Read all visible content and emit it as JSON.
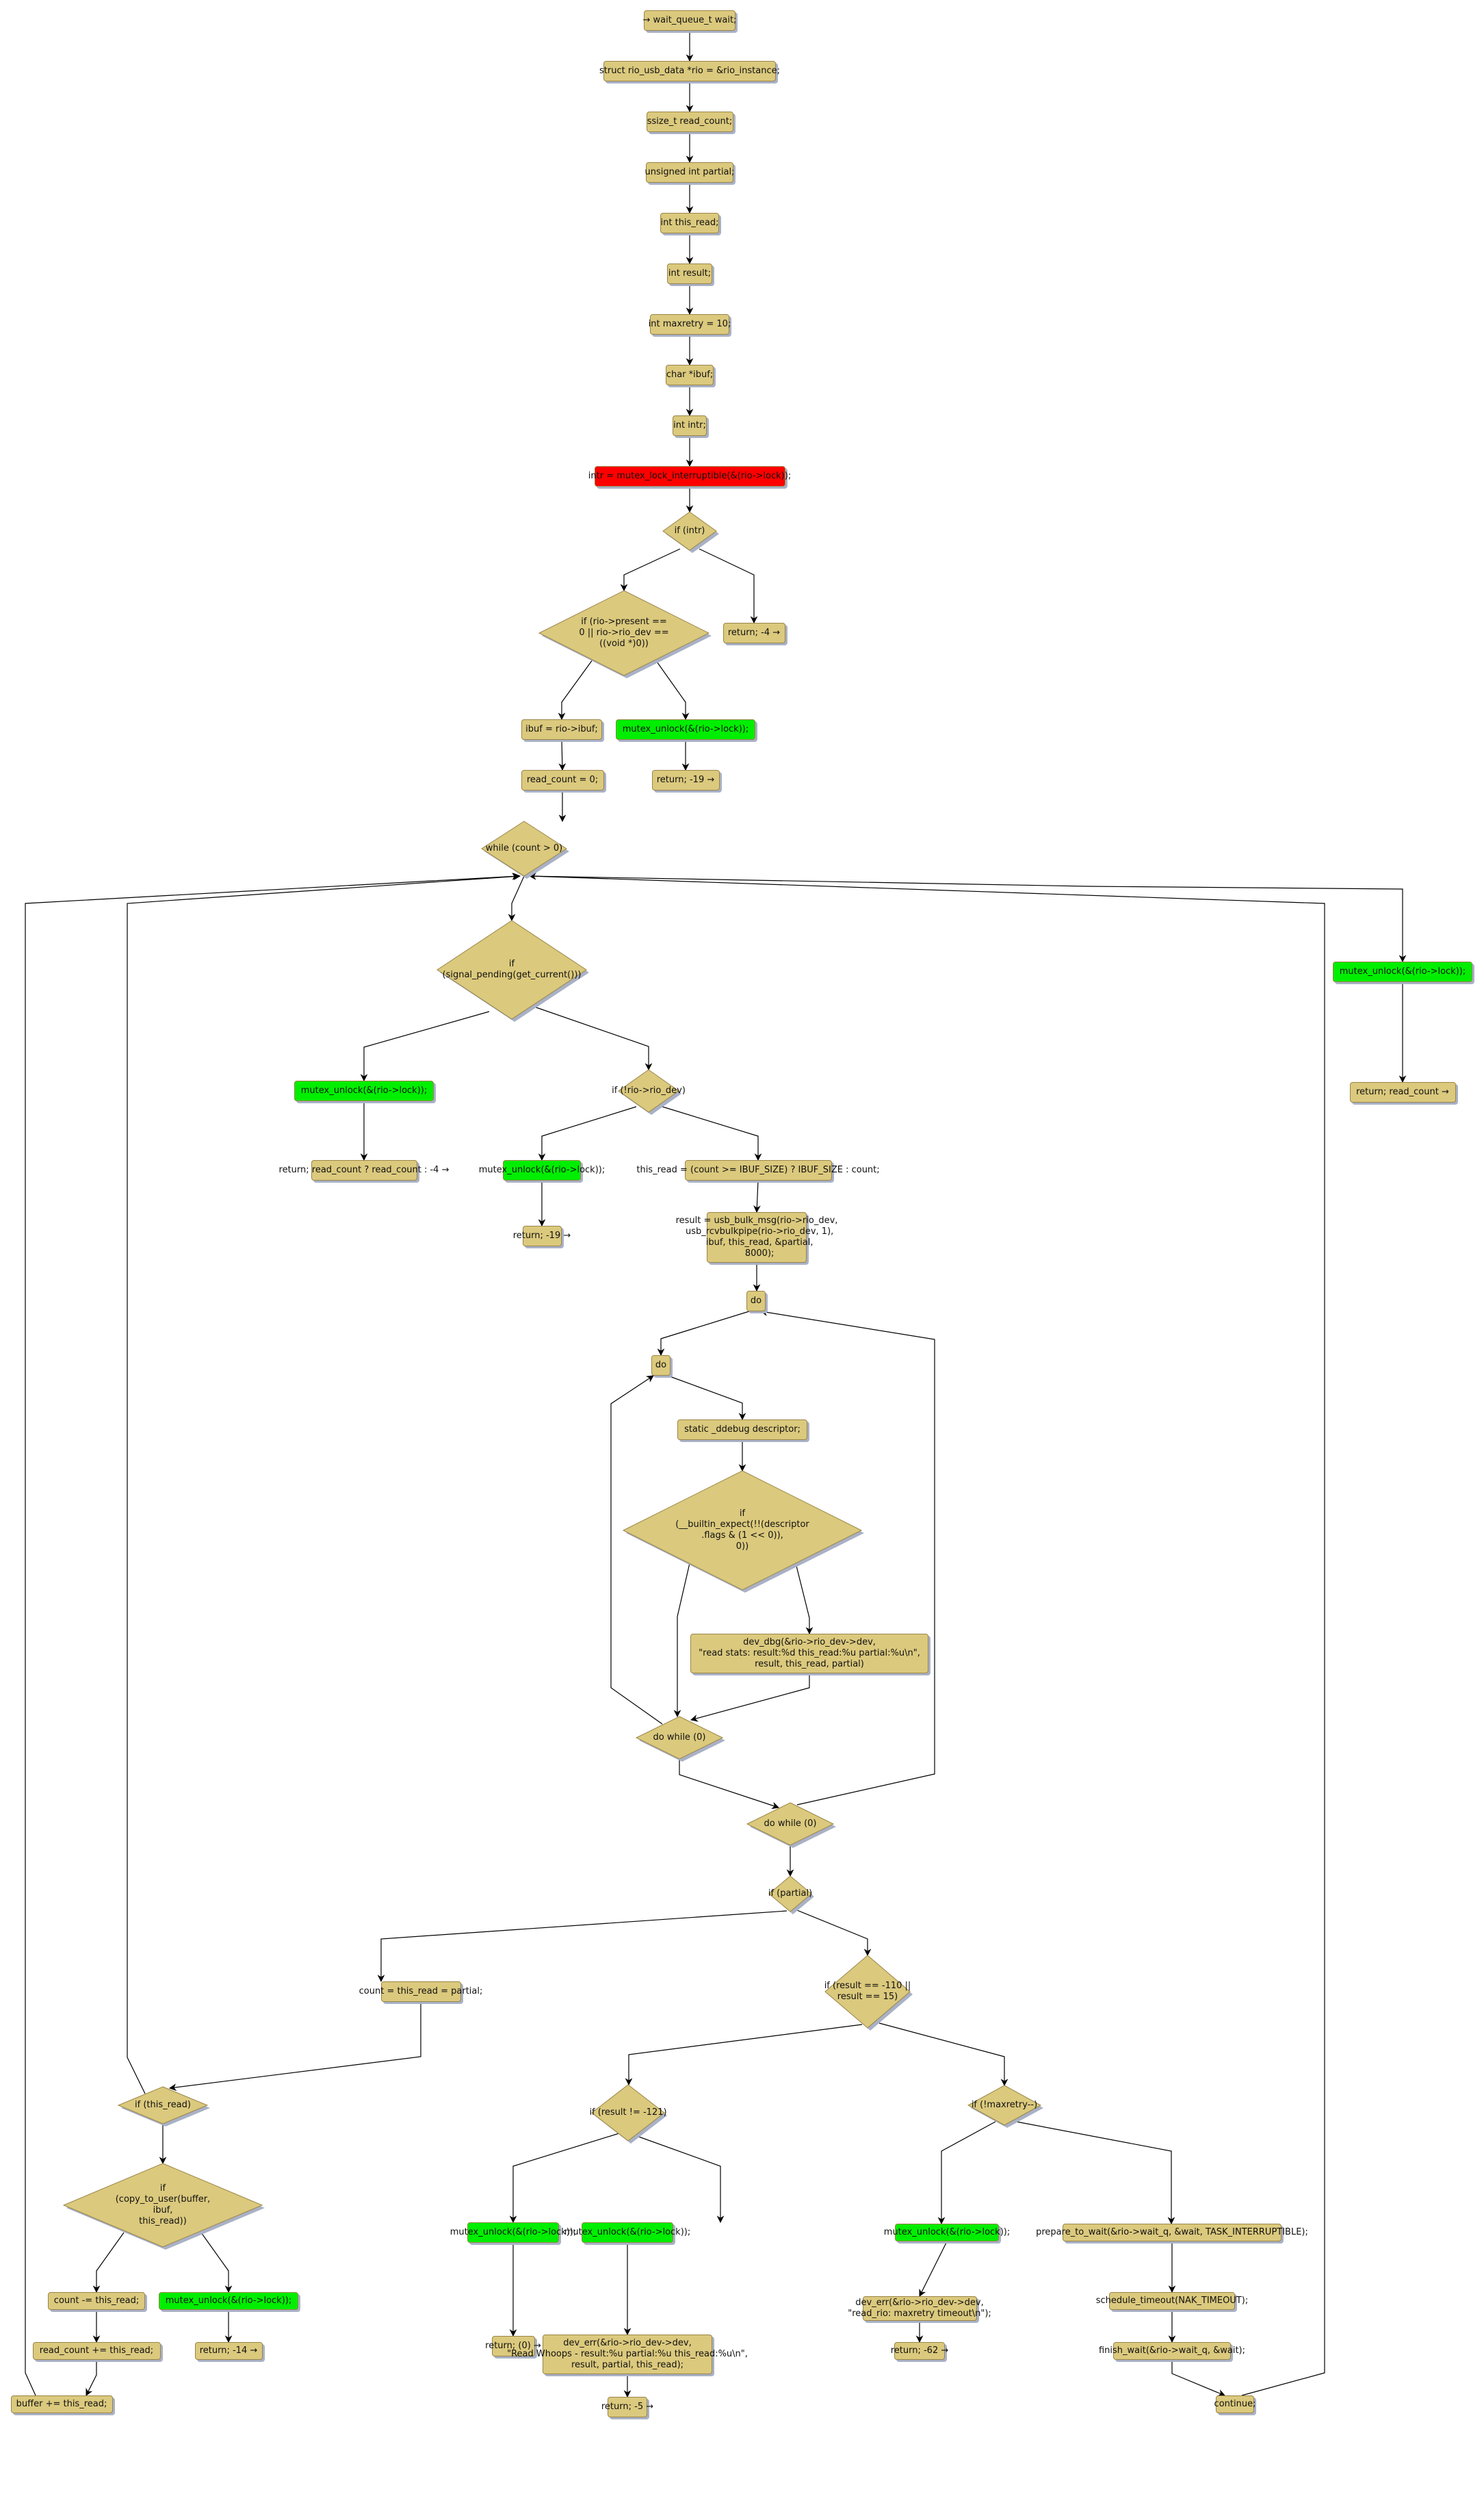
{
  "colors": {
    "statement": "#dbc97d",
    "lock": "#ff0000",
    "unlock": "#00ee00",
    "border": "#9a8548",
    "shadow": "#a9b1c6",
    "edge": "#000000"
  },
  "nodes": [
    {
      "id": "n_wait",
      "kind": "box",
      "style": "statement",
      "label": "→ wait_queue_t wait;"
    },
    {
      "id": "n_struct",
      "kind": "box",
      "style": "statement",
      "label": "struct rio_usb_data *rio = &rio_instance;"
    },
    {
      "id": "n_ssize",
      "kind": "box",
      "style": "statement",
      "label": "ssize_t read_count;"
    },
    {
      "id": "n_partial",
      "kind": "box",
      "style": "statement",
      "label": "unsigned int partial;"
    },
    {
      "id": "n_thisread",
      "kind": "box",
      "style": "statement",
      "label": "int this_read;"
    },
    {
      "id": "n_result",
      "kind": "box",
      "style": "statement",
      "label": "int result;"
    },
    {
      "id": "n_maxretry",
      "kind": "box",
      "style": "statement",
      "label": "int maxretry = 10;"
    },
    {
      "id": "n_ibufdecl",
      "kind": "box",
      "style": "statement",
      "label": "char *ibuf;"
    },
    {
      "id": "n_intrdecl",
      "kind": "box",
      "style": "statement",
      "label": "int intr;"
    },
    {
      "id": "n_lock",
      "kind": "box",
      "style": "lock",
      "label": "intr = mutex_lock_interruptible(&(rio->lock));"
    },
    {
      "id": "n_ifintr",
      "kind": "diamond",
      "style": "statement",
      "label": "if (intr)"
    },
    {
      "id": "n_ifpresent",
      "kind": "diamond",
      "style": "statement",
      "label": "if (rio->present ==\n0 || rio->rio_dev ==\n((void *)0))"
    },
    {
      "id": "n_ret4",
      "kind": "box",
      "style": "statement",
      "label": "return; -4 →"
    },
    {
      "id": "n_ibufassign",
      "kind": "box",
      "style": "statement",
      "label": "ibuf = rio->ibuf;"
    },
    {
      "id": "n_unlock1",
      "kind": "box",
      "style": "unlock",
      "label": "mutex_unlock(&(rio->lock));"
    },
    {
      "id": "n_rc0",
      "kind": "box",
      "style": "statement",
      "label": "read_count = 0;"
    },
    {
      "id": "n_ret19a",
      "kind": "box",
      "style": "statement",
      "label": "return; -19 →"
    },
    {
      "id": "n_while",
      "kind": "diamond",
      "style": "statement",
      "label": "while (count > 0)"
    },
    {
      "id": "n_ifsignal",
      "kind": "diamond",
      "style": "statement",
      "label": "if\n(signal_pending(get_current()))"
    },
    {
      "id": "n_unlockend",
      "kind": "box",
      "style": "unlock",
      "label": "mutex_unlock(&(rio->lock));"
    },
    {
      "id": "n_retrc",
      "kind": "box",
      "style": "statement",
      "label": "return; read_count →"
    },
    {
      "id": "n_unlock2",
      "kind": "box",
      "style": "unlock",
      "label": "mutex_unlock(&(rio->lock));"
    },
    {
      "id": "n_ifriodev",
      "kind": "diamond",
      "style": "statement",
      "label": "if (!rio->rio_dev)"
    },
    {
      "id": "n_retrc4",
      "kind": "box",
      "style": "statement",
      "label": "return; read_count ? read_count : -4 →"
    },
    {
      "id": "n_unlock3",
      "kind": "box",
      "style": "unlock",
      "label": "mutex_unlock(&(rio->lock));"
    },
    {
      "id": "n_thisreadassign",
      "kind": "box",
      "style": "statement",
      "label": "this_read = (count >= IBUF_SIZE) ? IBUF_SIZE : count;"
    },
    {
      "id": "n_ret19b",
      "kind": "box",
      "style": "statement",
      "label": "return; -19 →"
    },
    {
      "id": "n_bulk",
      "kind": "box",
      "style": "statement",
      "label": "result = usb_bulk_msg(rio->rio_dev,\n  usb_rcvbulkpipe(rio->rio_dev, 1),\n  ibuf, this_read, &partial,\n  8000);"
    },
    {
      "id": "n_doouter",
      "kind": "box",
      "style": "statement",
      "label": "do"
    },
    {
      "id": "n_doinner",
      "kind": "box",
      "style": "statement",
      "label": "do"
    },
    {
      "id": "n_ddebug",
      "kind": "box",
      "style": "statement",
      "label": "static _ddebug descriptor;"
    },
    {
      "id": "n_ifbuiltin",
      "kind": "diamond",
      "style": "statement",
      "label": "if\n(__builtin_expect(!!(descriptor\n.flags & (1 << 0)),\n0))"
    },
    {
      "id": "n_devdbg",
      "kind": "box",
      "style": "statement",
      "label": "dev_dbg(&rio->rio_dev->dev,\n\"read stats: result:%d this_read:%u partial:%u\\n\",\nresult, this_read, partial)"
    },
    {
      "id": "n_dowhile1",
      "kind": "diamond",
      "style": "statement",
      "label": "do while (0)"
    },
    {
      "id": "n_dowhile2",
      "kind": "diamond",
      "style": "statement",
      "label": "do while (0)"
    },
    {
      "id": "n_ifpartial",
      "kind": "diamond",
      "style": "statement",
      "label": "if (partial)"
    },
    {
      "id": "n_countassign",
      "kind": "box",
      "style": "statement",
      "label": "count = this_read = partial;"
    },
    {
      "id": "n_ifresult110",
      "kind": "diamond",
      "style": "statement",
      "label": "if (result == -110 ||\nresult == 15)"
    },
    {
      "id": "n_ifthisread",
      "kind": "diamond",
      "style": "statement",
      "label": "if (this_read)"
    },
    {
      "id": "n_ifresult121",
      "kind": "diamond",
      "style": "statement",
      "label": "if (result != -121)"
    },
    {
      "id": "n_ifmaxretry",
      "kind": "diamond",
      "style": "statement",
      "label": "if (!maxretry--)"
    },
    {
      "id": "n_ifcopy",
      "kind": "diamond",
      "style": "statement",
      "label": "if\n(copy_to_user(buffer,\nibuf,\nthis_read))"
    },
    {
      "id": "n_unlock4",
      "kind": "box",
      "style": "unlock",
      "label": "mutex_unlock(&(rio->lock));"
    },
    {
      "id": "n_unlock5",
      "kind": "box",
      "style": "unlock",
      "label": "mutex_unlock(&(rio->lock));"
    },
    {
      "id": "n_unlock6",
      "kind": "box",
      "style": "unlock",
      "label": "mutex_unlock(&(rio->lock));"
    },
    {
      "id": "n_prepare",
      "kind": "box",
      "style": "statement",
      "label": "prepare_to_wait(&rio->wait_q, &wait, TASK_INTERRUPTIBLE);"
    },
    {
      "id": "n_countminus",
      "kind": "box",
      "style": "statement",
      "label": "count -= this_read;"
    },
    {
      "id": "n_unlock7",
      "kind": "box",
      "style": "unlock",
      "label": "mutex_unlock(&(rio->lock));"
    },
    {
      "id": "n_ret0",
      "kind": "box",
      "style": "statement",
      "label": "return; (0) →"
    },
    {
      "id": "n_deverr1",
      "kind": "box",
      "style": "statement",
      "label": "dev_err(&rio->rio_dev->dev,\n\"Read Whoops - result:%u partial:%u this_read:%u\\n\",\nresult, partial, this_read);"
    },
    {
      "id": "n_deverr2",
      "kind": "box",
      "style": "statement",
      "label": "dev_err(&rio->rio_dev->dev,\n\"read_rio: maxretry timeout\\n\");"
    },
    {
      "id": "n_schedule",
      "kind": "box",
      "style": "statement",
      "label": "schedule_timeout(NAK_TIMEOUT);"
    },
    {
      "id": "n_rcplus",
      "kind": "box",
      "style": "statement",
      "label": "read_count += this_read;"
    },
    {
      "id": "n_ret14",
      "kind": "box",
      "style": "statement",
      "label": "return; -14 →"
    },
    {
      "id": "n_ret5",
      "kind": "box",
      "style": "statement",
      "label": "return; -5 →"
    },
    {
      "id": "n_ret62",
      "kind": "box",
      "style": "statement",
      "label": "return; -62 →"
    },
    {
      "id": "n_finish",
      "kind": "box",
      "style": "statement",
      "label": "finish_wait(&rio->wait_q, &wait);"
    },
    {
      "id": "n_buffer",
      "kind": "box",
      "style": "statement",
      "label": "buffer += this_read;"
    },
    {
      "id": "n_continue",
      "kind": "box",
      "style": "statement",
      "label": "continue;"
    }
  ],
  "edges": [
    {
      "from": "n_wait",
      "to": "n_struct"
    },
    {
      "from": "n_struct",
      "to": "n_ssize"
    },
    {
      "from": "n_ssize",
      "to": "n_partial"
    },
    {
      "from": "n_partial",
      "to": "n_thisread"
    },
    {
      "from": "n_thisread",
      "to": "n_result"
    },
    {
      "from": "n_result",
      "to": "n_maxretry"
    },
    {
      "from": "n_maxretry",
      "to": "n_ibufdecl"
    },
    {
      "from": "n_ibufdecl",
      "to": "n_intrdecl"
    },
    {
      "from": "n_intrdecl",
      "to": "n_lock"
    },
    {
      "from": "n_lock",
      "to": "n_ifintr"
    },
    {
      "from": "n_ifintr",
      "to": "n_ifpresent"
    },
    {
      "from": "n_ifintr",
      "to": "n_ret4"
    },
    {
      "from": "n_ifpresent",
      "to": "n_ibufassign"
    },
    {
      "from": "n_ifpresent",
      "to": "n_unlock1"
    },
    {
      "from": "n_ibufassign",
      "to": "n_rc0"
    },
    {
      "from": "n_unlock1",
      "to": "n_ret19a"
    },
    {
      "from": "n_rc0",
      "to": "n_while"
    },
    {
      "from": "n_while",
      "to": "n_ifsignal"
    },
    {
      "from": "n_while",
      "to": "n_unlockend"
    },
    {
      "from": "n_unlockend",
      "to": "n_retrc"
    },
    {
      "from": "n_ifsignal",
      "to": "n_unlock2"
    },
    {
      "from": "n_ifsignal",
      "to": "n_ifriodev"
    },
    {
      "from": "n_unlock2",
      "to": "n_retrc4"
    },
    {
      "from": "n_ifriodev",
      "to": "n_unlock3"
    },
    {
      "from": "n_ifriodev",
      "to": "n_thisreadassign"
    },
    {
      "from": "n_unlock3",
      "to": "n_ret19b"
    },
    {
      "from": "n_thisreadassign",
      "to": "n_bulk"
    },
    {
      "from": "n_bulk",
      "to": "n_doouter"
    },
    {
      "from": "n_doouter",
      "to": "n_doinner"
    },
    {
      "from": "n_doinner",
      "to": "n_ddebug"
    },
    {
      "from": "n_ddebug",
      "to": "n_ifbuiltin"
    },
    {
      "from": "n_ifbuiltin",
      "to": "n_dowhile1"
    },
    {
      "from": "n_ifbuiltin",
      "to": "n_devdbg"
    },
    {
      "from": "n_devdbg",
      "to": "n_dowhile1"
    },
    {
      "from": "n_dowhile1",
      "to": "n_doinner"
    },
    {
      "from": "n_dowhile1",
      "to": "n_dowhile2"
    },
    {
      "from": "n_dowhile2",
      "to": "n_doouter"
    },
    {
      "from": "n_dowhile2",
      "to": "n_ifpartial"
    },
    {
      "from": "n_ifpartial",
      "to": "n_countassign"
    },
    {
      "from": "n_ifpartial",
      "to": "n_ifresult110"
    },
    {
      "from": "n_countassign",
      "to": "n_ifthisread"
    },
    {
      "from": "n_ifresult110",
      "to": "n_ifresult121"
    },
    {
      "from": "n_ifresult110",
      "to": "n_ifmaxretry"
    },
    {
      "from": "n_ifthisread",
      "to": "n_while"
    },
    {
      "from": "n_ifthisread",
      "to": "n_ifcopy"
    },
    {
      "from": "n_ifresult121",
      "to": "n_unlock4"
    },
    {
      "from": "n_ifresult121",
      "to": "n_unlock5"
    },
    {
      "from": "n_ifmaxretry",
      "to": "n_unlock6"
    },
    {
      "from": "n_ifmaxretry",
      "to": "n_prepare"
    },
    {
      "from": "n_ifcopy",
      "to": "n_countminus"
    },
    {
      "from": "n_ifcopy",
      "to": "n_unlock7"
    },
    {
      "from": "n_unlock4",
      "to": "n_ret0"
    },
    {
      "from": "n_unlock5",
      "to": "n_deverr1"
    },
    {
      "from": "n_unlock6",
      "to": "n_deverr2"
    },
    {
      "from": "n_prepare",
      "to": "n_schedule"
    },
    {
      "from": "n_countminus",
      "to": "n_rcplus"
    },
    {
      "from": "n_unlock7",
      "to": "n_ret14"
    },
    {
      "from": "n_deverr1",
      "to": "n_ret5"
    },
    {
      "from": "n_deverr2",
      "to": "n_ret62"
    },
    {
      "from": "n_schedule",
      "to": "n_finish"
    },
    {
      "from": "n_rcplus",
      "to": "n_buffer"
    },
    {
      "from": "n_finish",
      "to": "n_continue"
    },
    {
      "from": "n_buffer",
      "to": "n_while"
    },
    {
      "from": "n_continue",
      "to": "n_while"
    }
  ]
}
